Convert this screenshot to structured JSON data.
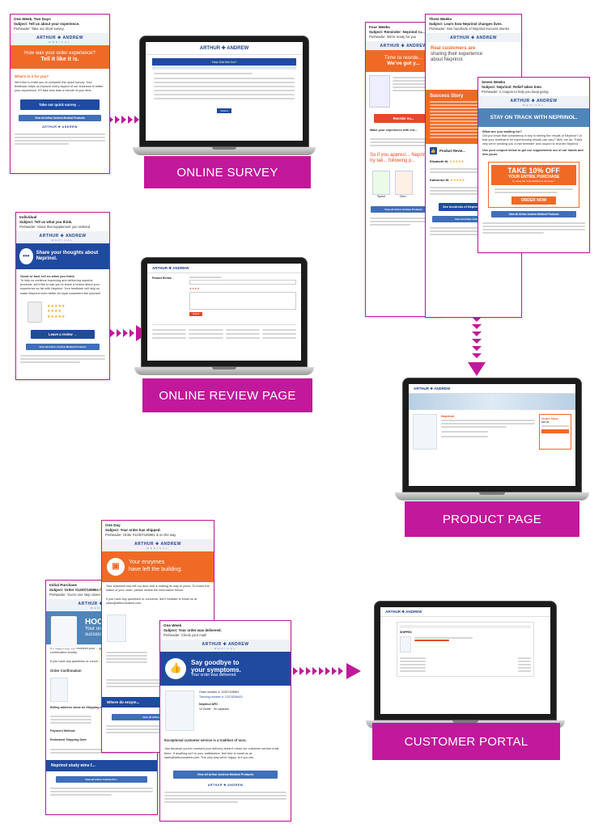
{
  "brand": {
    "name": "ARTHUR ✚ ANDREW",
    "sub": "MEDICAL"
  },
  "labels": {
    "survey": "ONLINE SURVEY",
    "review": "ONLINE REVIEW PAGE",
    "product": "PRODUCT PAGE",
    "portal": "CUSTOMER PORTAL"
  },
  "survey_email": {
    "tag": "One Week, Two Days",
    "subject": "Subject: Tell us about your experience.",
    "preheader": "Preheader: Take our short survey",
    "hero_line1": "How was your order experience?",
    "hero_line2": "Tell it like it is.",
    "section": "What's in it for you?",
    "body": "We'd like to invite you to complete this quick survey. Your feedback helps us improve every aspect of our business to better your experience. It'll take less than a minute of your time.",
    "button": "Take our quick survey  →",
    "footer_button": "View all Arthur Andrew Medical Products"
  },
  "review_email": {
    "tag": "Individual",
    "subject": "Subject: Tell us what you think.",
    "preheader": "Preheader: About that supplement you ordered",
    "hero": "Share your thoughts about Neprinol.",
    "intro_title": "Good or bad, tell us what you think.",
    "body": "To help us continue improving and delivering superior products, we'd like to ask you to leave a review about your experience so far with Neprinol. Your feedback will help us make Neprinol even better for loyal customers like yourself.",
    "button": "Leave a review  →",
    "footer_button": "View all Arthur Andrew Medical Products"
  },
  "four_weeks": {
    "tag": "Four Weeks",
    "subject": "Subject: Reminder: Neprinol ru...",
    "preheader": "Preheader: We're ready for you",
    "hero_line1": "Time to reorde...",
    "hero_line2": "We've got y...",
    "headline": "Make your experience with enz...",
    "appreciate": "So if you appreci... Neprinol, try tak... following p...",
    "button": "Reorder no...",
    "footer_button": "View all Arthur Andrew Products",
    "products": [
      "Syntol",
      "Omn..."
    ]
  },
  "three_weeks": {
    "tag": "Three Weeks",
    "subject": "Subject: Learn how Neprinol changes lives.",
    "preheader": "Preheader: See hundreds of Neprinol success stories",
    "hero_line1": "Real customers are",
    "hero_line2": "sharing their experience",
    "hero_line3": "about Neprinol.",
    "story": "Success Story",
    "reviews": "Product Revie...",
    "reviewer1": "Elizabeth M.",
    "reviewer2": "Katherine W.",
    "button": "See hundreds of Neprinol success stories",
    "footer_button": "View all Arthur Andrew Products"
  },
  "seven_weeks": {
    "tag": "Seven Weeks",
    "subject": "Subject: Neprinol: Relief takes time.",
    "preheader": "Preheader: A coupon to help you keep going.",
    "hero": "STAY ON TRACK WITH NEPRINOL.",
    "q": "What are you waiting for?",
    "body": "Did you know that consistency is key in seeing the results of Neprinol? Or that your timeframe for experiencing results can vary? Well, we do. That's why we're sending you a trial reminder and coupon to reorder Neprinol.",
    "cta_text": "Use your coupon below to get our supplements out of our hands and into yours",
    "coupon_line1": "TAKE 10% OFF",
    "coupon_line2": "YOUR ENTIRE PURCHASE",
    "coupon_line3": "by using the code AAMLI5 at checkout.*",
    "button": "ORDER NOW",
    "footer_button": "View all Arthur Andrew Medical Products"
  },
  "purchase": {
    "tag": "Initial Purchase",
    "subject": "Subject: Order #12307108961 has been placed.",
    "preheader": "Preheader: You're one step closer to feeling better.",
    "hero_line1": "HOORAY!",
    "hero_line2": "Your order was",
    "hero_line3": "successfully placed.",
    "body": "It's happening. We received your ... get it shipped right away. You sh... confirmation shortly.",
    "contact": "If you have any questions or conce... us at sales@arthurandrew.com.",
    "section": "Order Confirmation",
    "billing": "Billing address same as Shipping address",
    "payment": "Payment Method:",
    "ship_date": "Estimated Shipping Date",
    "study": "Neprinol study wins f...",
    "footer_button": "View all Arthur Andrew Pro..."
  },
  "shipped": {
    "tag": "One Day",
    "subject": "Subject: Your order has shipped.",
    "preheader": "Preheader: Order #12307108961 is on the way",
    "hero_line1": "Your enzymes",
    "hero_line2": "have left the building.",
    "body": "Your shipment has left our door and is making its way to yours. To check the status of your order, please review the information below.",
    "contact": "If you have any questions or concerns, don't hesitate to email us at sales@arthurandrew.com.",
    "button": "Where do enzym...",
    "footer_button": "View all Arthur Andrew P..."
  },
  "delivered": {
    "tag": "One Week",
    "subject": "Subject: Your order was delivered.",
    "preheader": "Preheader: Check your mail!",
    "hero_line1": "Say goodbye to",
    "hero_line2": "your symptoms.",
    "hero_line3": "Your order was delivered.",
    "order": "Order number #: 12307108961",
    "tracking": "Tracking number #: 1Z078306421",
    "product": "Neprinol AFD",
    "product_sub": "1X Bottle · 90 capsules",
    "section": "Exceptional customer service is a tradition of ours.",
    "body": "Just because you've received your delivery doesn't mean our customer service ends there. If anything isn't to your satisfaction, feel free to email us at sales@arthurandrew.com. The only way we're happy, is if you are.",
    "footer_button": "View all Arthur Andrew Medical Products"
  },
  "screens": {
    "survey_title": "How Did We Do?",
    "survey_submit": "Submit",
    "review_heading": "Product Review",
    "review_submit": "Submit",
    "product_name": "Neprinol",
    "product_cta": "Order Now",
    "product_price": "$68.95",
    "portal_title": "SHIPPED"
  },
  "colors": {
    "magenta": "#c2189b",
    "orange": "#f06a26",
    "navy": "#1f4aa0",
    "steel": "#4f85b9"
  }
}
